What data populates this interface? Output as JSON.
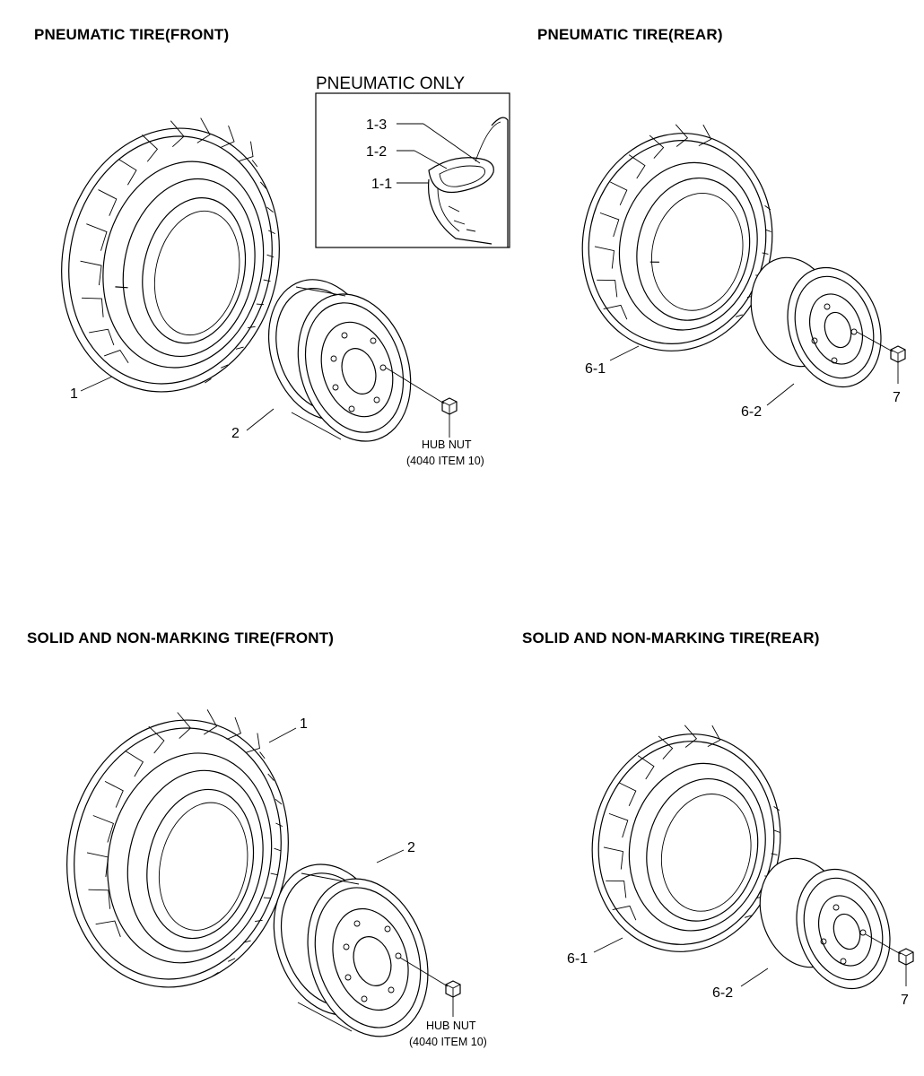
{
  "sections": {
    "pneumatic_front": {
      "title": "PNEUMATIC TIRE(FRONT)"
    },
    "pneumatic_rear": {
      "title": "PNEUMATIC TIRE(REAR)"
    },
    "solid_front": {
      "title": "SOLID AND NON-MARKING TIRE(FRONT)"
    },
    "solid_rear": {
      "title": "SOLID AND NON-MARKING TIRE(REAR)"
    }
  },
  "inset": {
    "title": "PNEUMATIC ONLY",
    "labels": [
      "1-3",
      "1-2",
      "1-1"
    ]
  },
  "callouts": {
    "tire": "1",
    "wheel": "2",
    "rear_tire": "6-1",
    "rear_wheel": "6-2",
    "rear_nut": "7"
  },
  "hub_nut": {
    "label": "HUB NUT",
    "ref": "(4040 ITEM 10)"
  }
}
